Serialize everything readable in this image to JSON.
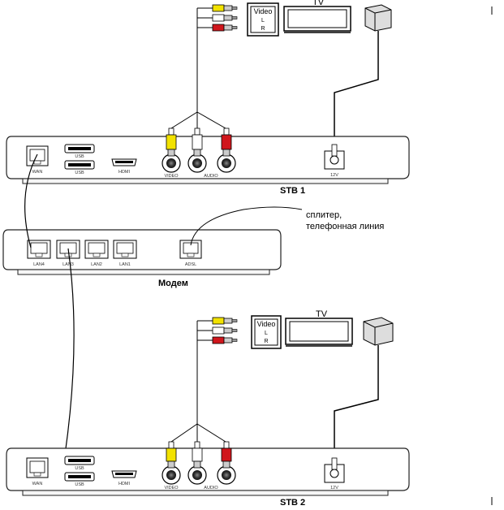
{
  "labels": {
    "stb1": "STB 1",
    "stb2": "STB 2",
    "modem": "Модем",
    "splitter_line1": "сплитер,",
    "splitter_line2": "телефонная линия",
    "tv": "TV",
    "video_block": {
      "video": "Video",
      "l": "L",
      "r": "R"
    },
    "stb_ports": {
      "wan": "WAN",
      "usb": "USB",
      "hdmi": "HDMI",
      "video": "VIDEO",
      "audio": "AUDIO",
      "power": "12V"
    },
    "modem_ports": [
      "LAN4",
      "LAN3",
      "LAN2",
      "LAN1",
      "ADSL"
    ]
  },
  "colors": {
    "yellow": "#f2e200",
    "white": "#ffffff",
    "red": "#d0161c",
    "line": "#000000",
    "body_stroke": "#222222"
  },
  "icons": {
    "tv": "tv-icon",
    "adapter": "power-adapter-icon"
  }
}
